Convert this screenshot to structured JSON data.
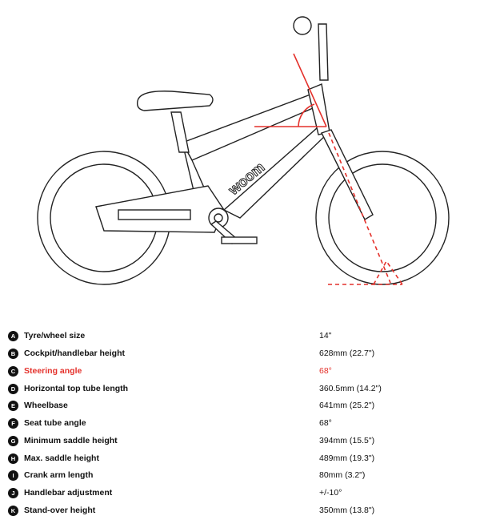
{
  "diagram": {
    "logo_text": "woom",
    "accent_color": "#e4312b"
  },
  "specs": [
    {
      "key": "A",
      "label": "Tyre/wheel size",
      "value": "14\""
    },
    {
      "key": "B",
      "label": "Cockpit/handlebar height",
      "value": "628mm (22.7\")"
    },
    {
      "key": "C",
      "label": "Steering angle",
      "value": "68°",
      "highlighted": true
    },
    {
      "key": "D",
      "label": "Horizontal top tube length",
      "value": "360.5mm (14.2\")"
    },
    {
      "key": "E",
      "label": "Wheelbase",
      "value": "641mm (25.2\")"
    },
    {
      "key": "F",
      "label": "Seat tube angle",
      "value": "68°"
    },
    {
      "key": "G",
      "label": "Minimum saddle height",
      "value": "394mm (15.5\")"
    },
    {
      "key": "H",
      "label": "Max. saddle height",
      "value": "489mm (19.3\")"
    },
    {
      "key": "I",
      "label": "Crank arm length",
      "value": "80mm (3.2\")"
    },
    {
      "key": "J",
      "label": "Handlebar adjustment",
      "value": "+/-10°"
    },
    {
      "key": "K",
      "label": "Stand-over height",
      "value": "350mm (13.8\")"
    }
  ]
}
